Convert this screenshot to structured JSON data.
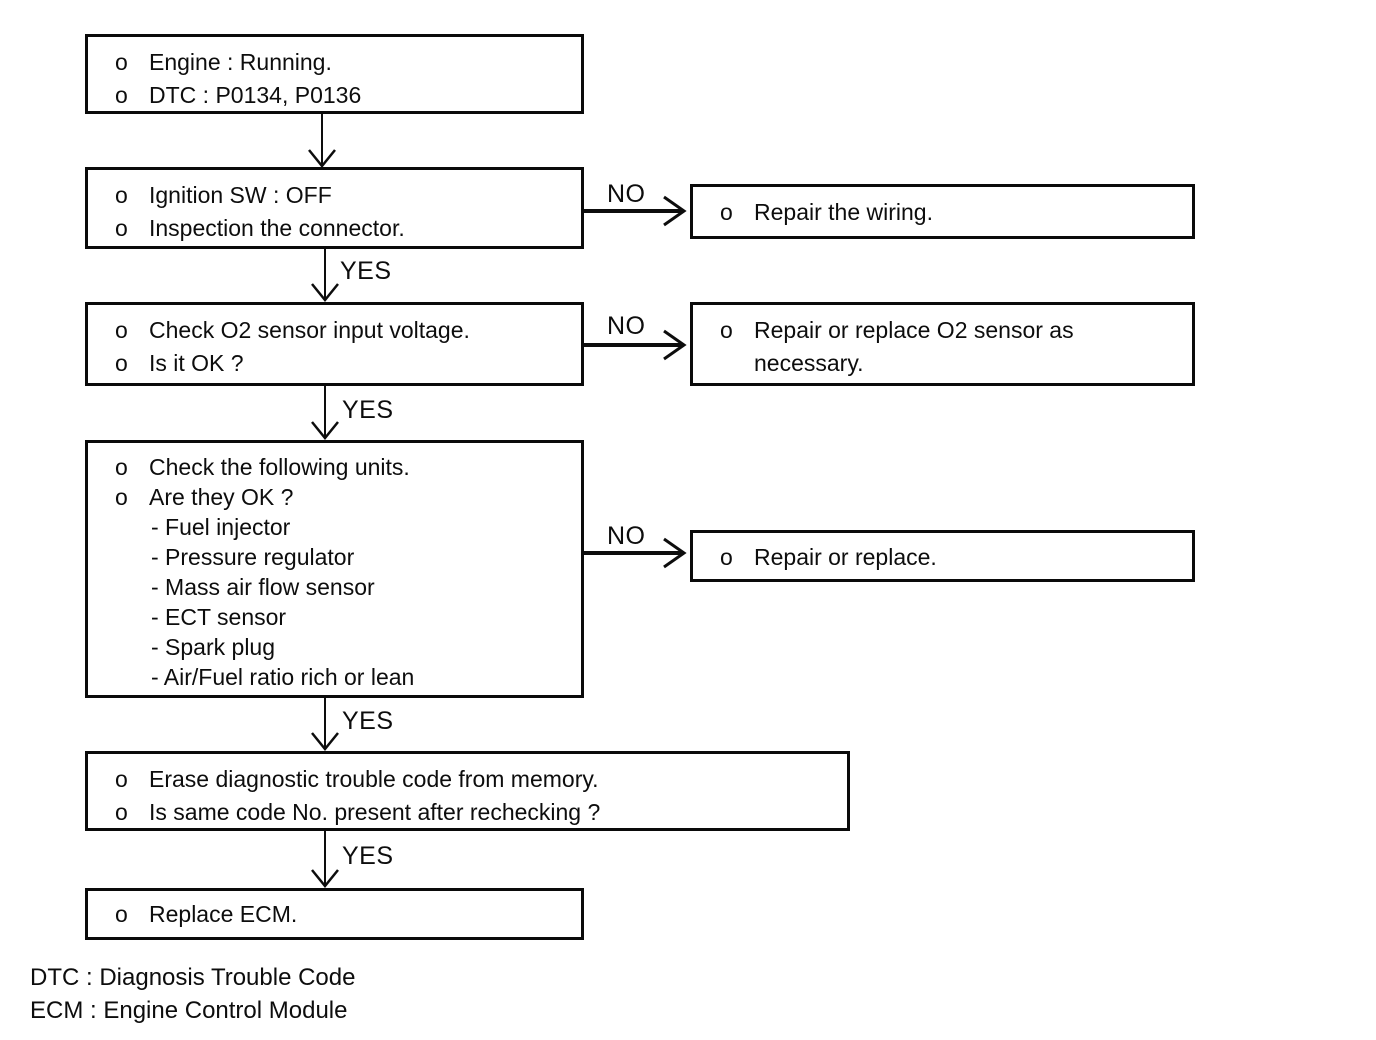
{
  "bullet": "o",
  "labels": {
    "yes": "YES",
    "no": "NO"
  },
  "steps": {
    "start": {
      "lines": [
        "Engine : Running.",
        "DTC : P0134, P0136"
      ]
    },
    "ignition": {
      "lines": [
        "Ignition SW : OFF",
        "Inspection the connector."
      ]
    },
    "o2check": {
      "lines": [
        "Check O2 sensor input voltage.",
        "Is it OK ?"
      ]
    },
    "units": {
      "lines": [
        "Check the following units.",
        "Are they OK ?"
      ],
      "sub_items": [
        "- Fuel injector",
        "- Pressure regulator",
        "- Mass air flow sensor",
        "- ECT sensor",
        "- Spark plug",
        "- Air/Fuel ratio rich or lean"
      ]
    },
    "erase": {
      "lines": [
        "Erase diagnostic trouble code from memory.",
        "Is same code No. present after rechecking ?"
      ]
    },
    "replace_ecm": {
      "lines": [
        "Replace ECM."
      ]
    }
  },
  "actions": {
    "repair_wiring": {
      "lines": [
        "Repair the wiring."
      ]
    },
    "repair_o2": {
      "lines": [
        "Repair or replace O2 sensor as",
        "necessary."
      ]
    },
    "repair_replace": {
      "lines": [
        "Repair or replace."
      ]
    }
  },
  "footnotes": [
    "DTC : Diagnosis Trouble Code",
    "ECM : Engine Control Module"
  ]
}
